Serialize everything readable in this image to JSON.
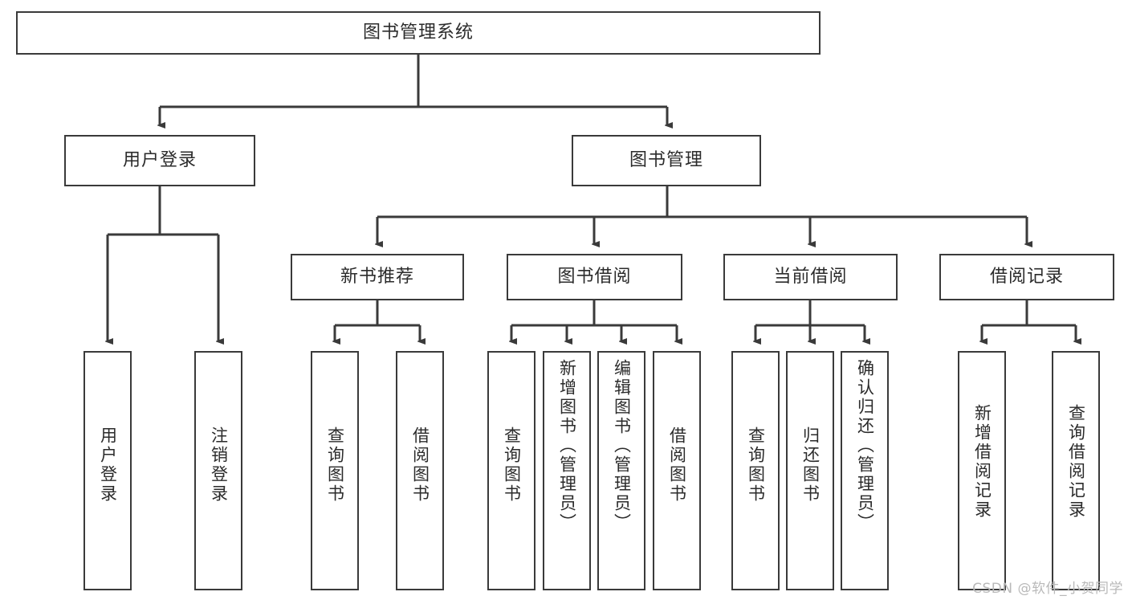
{
  "diagram": {
    "type": "tree-hierarchy-chart",
    "title": "图书管理系统",
    "watermark": "CSDN @软件_小贺同学",
    "colors": {
      "stroke": "#3a3a3a",
      "fill": "#ffffff",
      "text": "#2b2b2b",
      "watermark": "#b9b9b9"
    },
    "root": {
      "label": "图书管理系统"
    },
    "level2": [
      {
        "label": "用户登录"
      },
      {
        "label": "图书管理"
      }
    ],
    "level3": [
      {
        "label": "新书推荐"
      },
      {
        "label": "图书借阅"
      },
      {
        "label": "当前借阅"
      },
      {
        "label": "借阅记录"
      }
    ],
    "leaves": {
      "user_login": [
        {
          "label": "用户登录"
        },
        {
          "label": "注销登录"
        }
      ],
      "new_book": [
        {
          "label": "查询图书"
        },
        {
          "label": "借阅图书"
        }
      ],
      "book_borrow": [
        {
          "label": "查询图书"
        },
        {
          "label": "新增图书（管理员）"
        },
        {
          "label": "编辑图书（管理员）"
        },
        {
          "label": "借阅图书"
        }
      ],
      "current_borrow": [
        {
          "label": "查询图书"
        },
        {
          "label": "归还图书"
        },
        {
          "label": "确认归还（管理员）"
        }
      ],
      "borrow_record": [
        {
          "label": "新增借阅记录"
        },
        {
          "label": "查询借阅记录"
        }
      ]
    }
  }
}
